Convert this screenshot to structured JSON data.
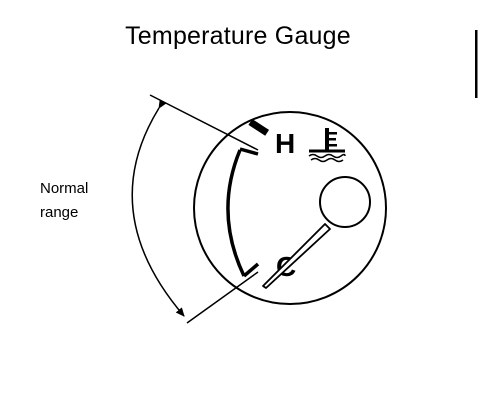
{
  "diagram": {
    "title": "Temperature Gauge",
    "range_label": {
      "line1": "Normal",
      "line2": "range"
    },
    "gauge": {
      "hot_letter": "H",
      "cold_letter": "C",
      "hot_icon": "coolant-temperature-icon"
    }
  }
}
